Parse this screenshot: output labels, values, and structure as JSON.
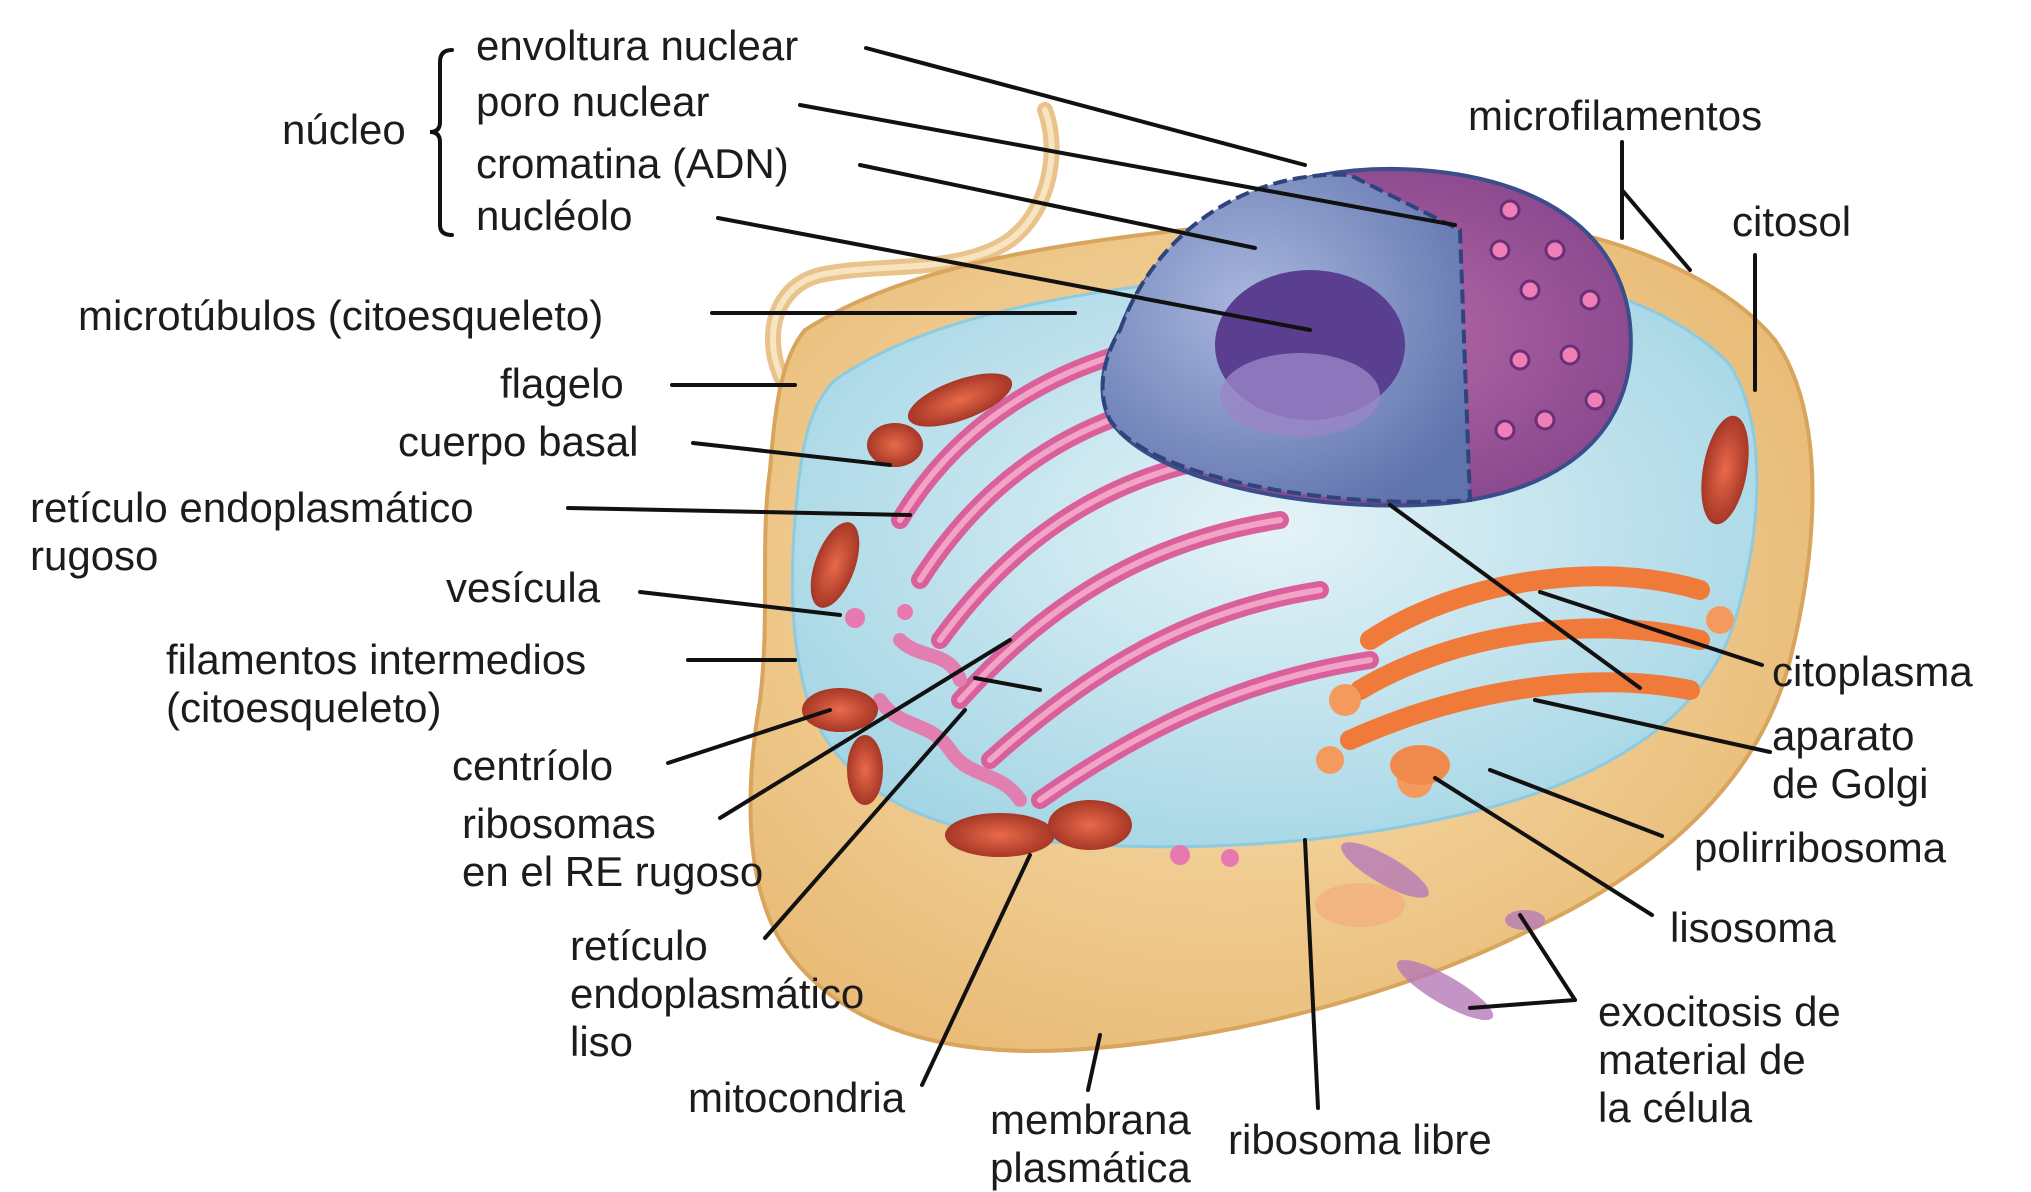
{
  "labels": {
    "nucleo": "núcleo",
    "envoltura_nuclear": "envoltura nuclear",
    "poro_nuclear": "poro nuclear",
    "cromatina": "cromatina (ADN)",
    "nucleolo": "nucléolo",
    "microfilamentos": "microfilamentos",
    "citosol": "citosol",
    "microtubulos": "microtúbulos (citoesqueleto)",
    "flagelo": "flagelo",
    "cuerpo_basal": "cuerpo basal",
    "reticulo_rugoso": "retículo endoplasmático\nrugoso",
    "vesicula": "vesícula",
    "filamentos_intermedios": "filamentos intermedios\n(citoesqueleto)",
    "centriolo": "centríolo",
    "ribosomas_re": "ribosomas\nen el RE rugoso",
    "reticulo_liso": "retículo\nendoplasmático\nliso",
    "mitocondria": "mitocondria",
    "membrana": "membrana\nplasmática",
    "ribosoma_libre": "ribosoma libre",
    "citoplasma": "citoplasma",
    "golgi": "aparato\nde Golgi",
    "polirribosoma": "polirribosoma",
    "lisosoma": "lisosoma",
    "exocitosis": "exocitosis de\nmaterial de\nla célula"
  },
  "colors": {
    "membrane": "#f2cf8e",
    "cytosol": "#bfe3ee",
    "nucleus": "#7d8fc4",
    "nucleolus": "#5a3e8f",
    "er": "#d9609a",
    "golgi": "#f07a3a",
    "mitochondria": "#c2442f",
    "leader": "#111111"
  }
}
